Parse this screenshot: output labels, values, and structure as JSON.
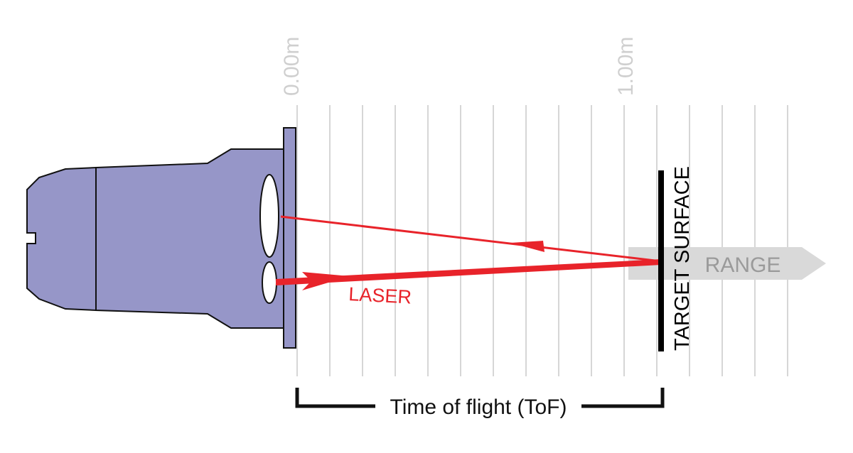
{
  "scale": {
    "start_label": "0.00m",
    "mark_label": "1.00m"
  },
  "beam": {
    "label": "LASER"
  },
  "target": {
    "label": "TARGET SURFACE"
  },
  "range": {
    "label": "RANGE"
  },
  "bracket": {
    "label": "Time of flight (ToF)"
  },
  "colors": {
    "device_body": "#9696c8",
    "device_outline": "#111111",
    "laser": "#e8232a",
    "grid": "#d6d6d6",
    "scale_text": "#cfcfcf",
    "range_arrow": "#d9d9d9",
    "range_text": "#9a9a9a",
    "target": "#000000"
  }
}
